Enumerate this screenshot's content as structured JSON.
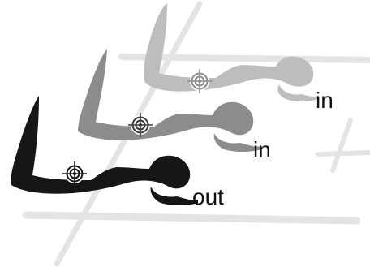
{
  "labels": {
    "top": "in",
    "middle": "in",
    "bottom": "out"
  },
  "colors": {
    "figure_front": "#161616",
    "figure_middle": "#8c8c8c",
    "figure_back": "#bdbdbd",
    "guide_lines": "#e3e3e3",
    "target_ring": "#ffffff"
  },
  "icons": {
    "target": "crosshair-target-icon"
  }
}
